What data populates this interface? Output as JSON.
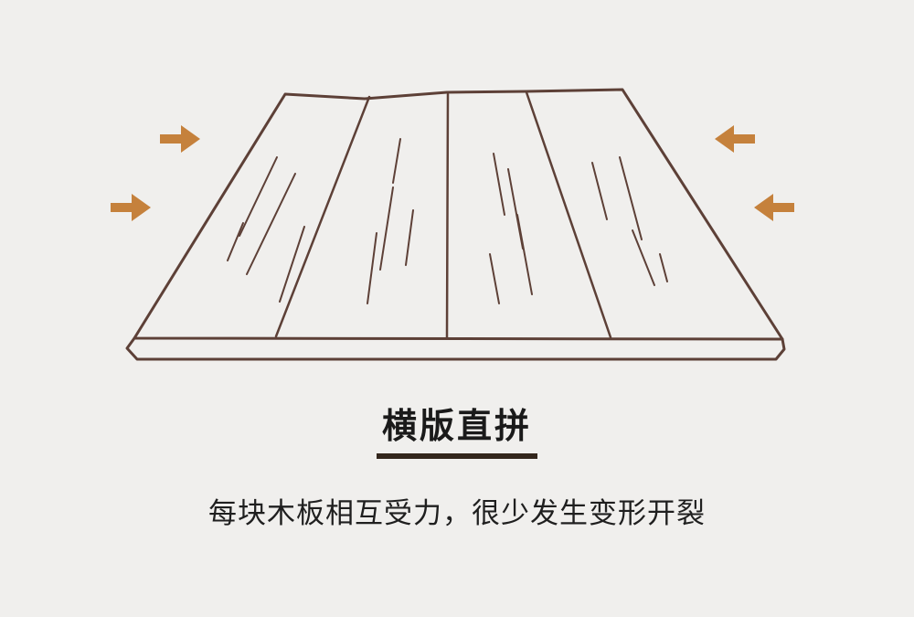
{
  "colors": {
    "background": "#f0efed",
    "board_stroke": "#5d4037",
    "arrow_fill": "#c5813c"
  },
  "diagram": {
    "board_icon": "plank-tabletop-perspective",
    "arrows": [
      {
        "name": "inward-arrow-left-top-icon",
        "direction": "right"
      },
      {
        "name": "inward-arrow-left-bottom-icon",
        "direction": "right"
      },
      {
        "name": "inward-arrow-right-top-icon",
        "direction": "left"
      },
      {
        "name": "inward-arrow-right-bottom-icon",
        "direction": "left"
      }
    ]
  },
  "title": {
    "text": "横版直拼"
  },
  "subtitle": {
    "text": "每块木板相互受力，很少发生变形开裂"
  }
}
